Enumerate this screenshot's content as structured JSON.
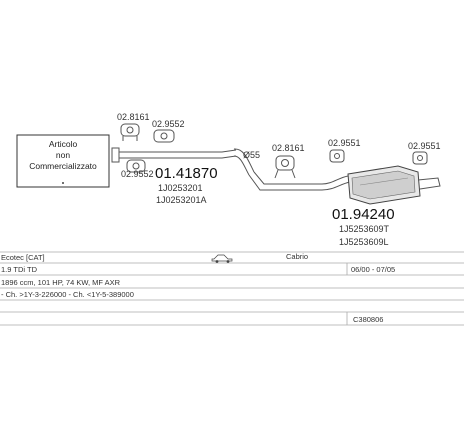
{
  "notice": {
    "line1": "Articolo",
    "line2": "non",
    "line3": "Commercializzato"
  },
  "parts": {
    "front_hanger_top": "02.8161",
    "front_hanger_top2": "02.9552",
    "front_hanger_bottom": "02.9552",
    "front_pipe_number": "01.41870",
    "front_pipe_oe1": "1J0253201",
    "front_pipe_oe2": "1J0253201A",
    "diameter": "Ø55",
    "mid_hanger": "02.8161",
    "rear_hanger_1": "02.9551",
    "rear_hanger_2": "02.9551",
    "rear_box_number": "01.94240",
    "rear_box_oe1": "1J5253609T",
    "rear_box_oe2": "1J5253609L"
  },
  "table": {
    "model": "Ecotec [CAT]",
    "body": "Cabrio",
    "engine": "1.9 TDi TD",
    "dates": "06/00 - 07/05",
    "spec1": "1896 ccm, 101 HP, 74 KW, MF AXR",
    "spec2": "- Ch. >1Y-3-226000 - Ch. <1Y-5-389000",
    "ref": "C380806"
  }
}
